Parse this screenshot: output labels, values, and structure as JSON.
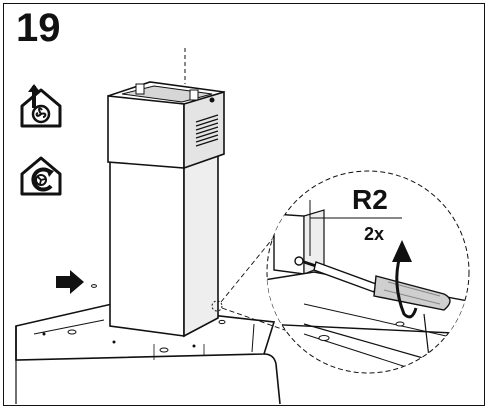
{
  "step": {
    "number": "19"
  },
  "detail": {
    "part_code": "R2",
    "quantity": "2x"
  },
  "icons": {
    "ducted_mode": "house-with-up-arrow-fan-icon",
    "recirculation_mode": "house-with-recirculating-fan-icon"
  },
  "colors": {
    "line": "#111111",
    "fill_light": "#e8e8e8",
    "fill_mid": "#cfcfcf"
  }
}
